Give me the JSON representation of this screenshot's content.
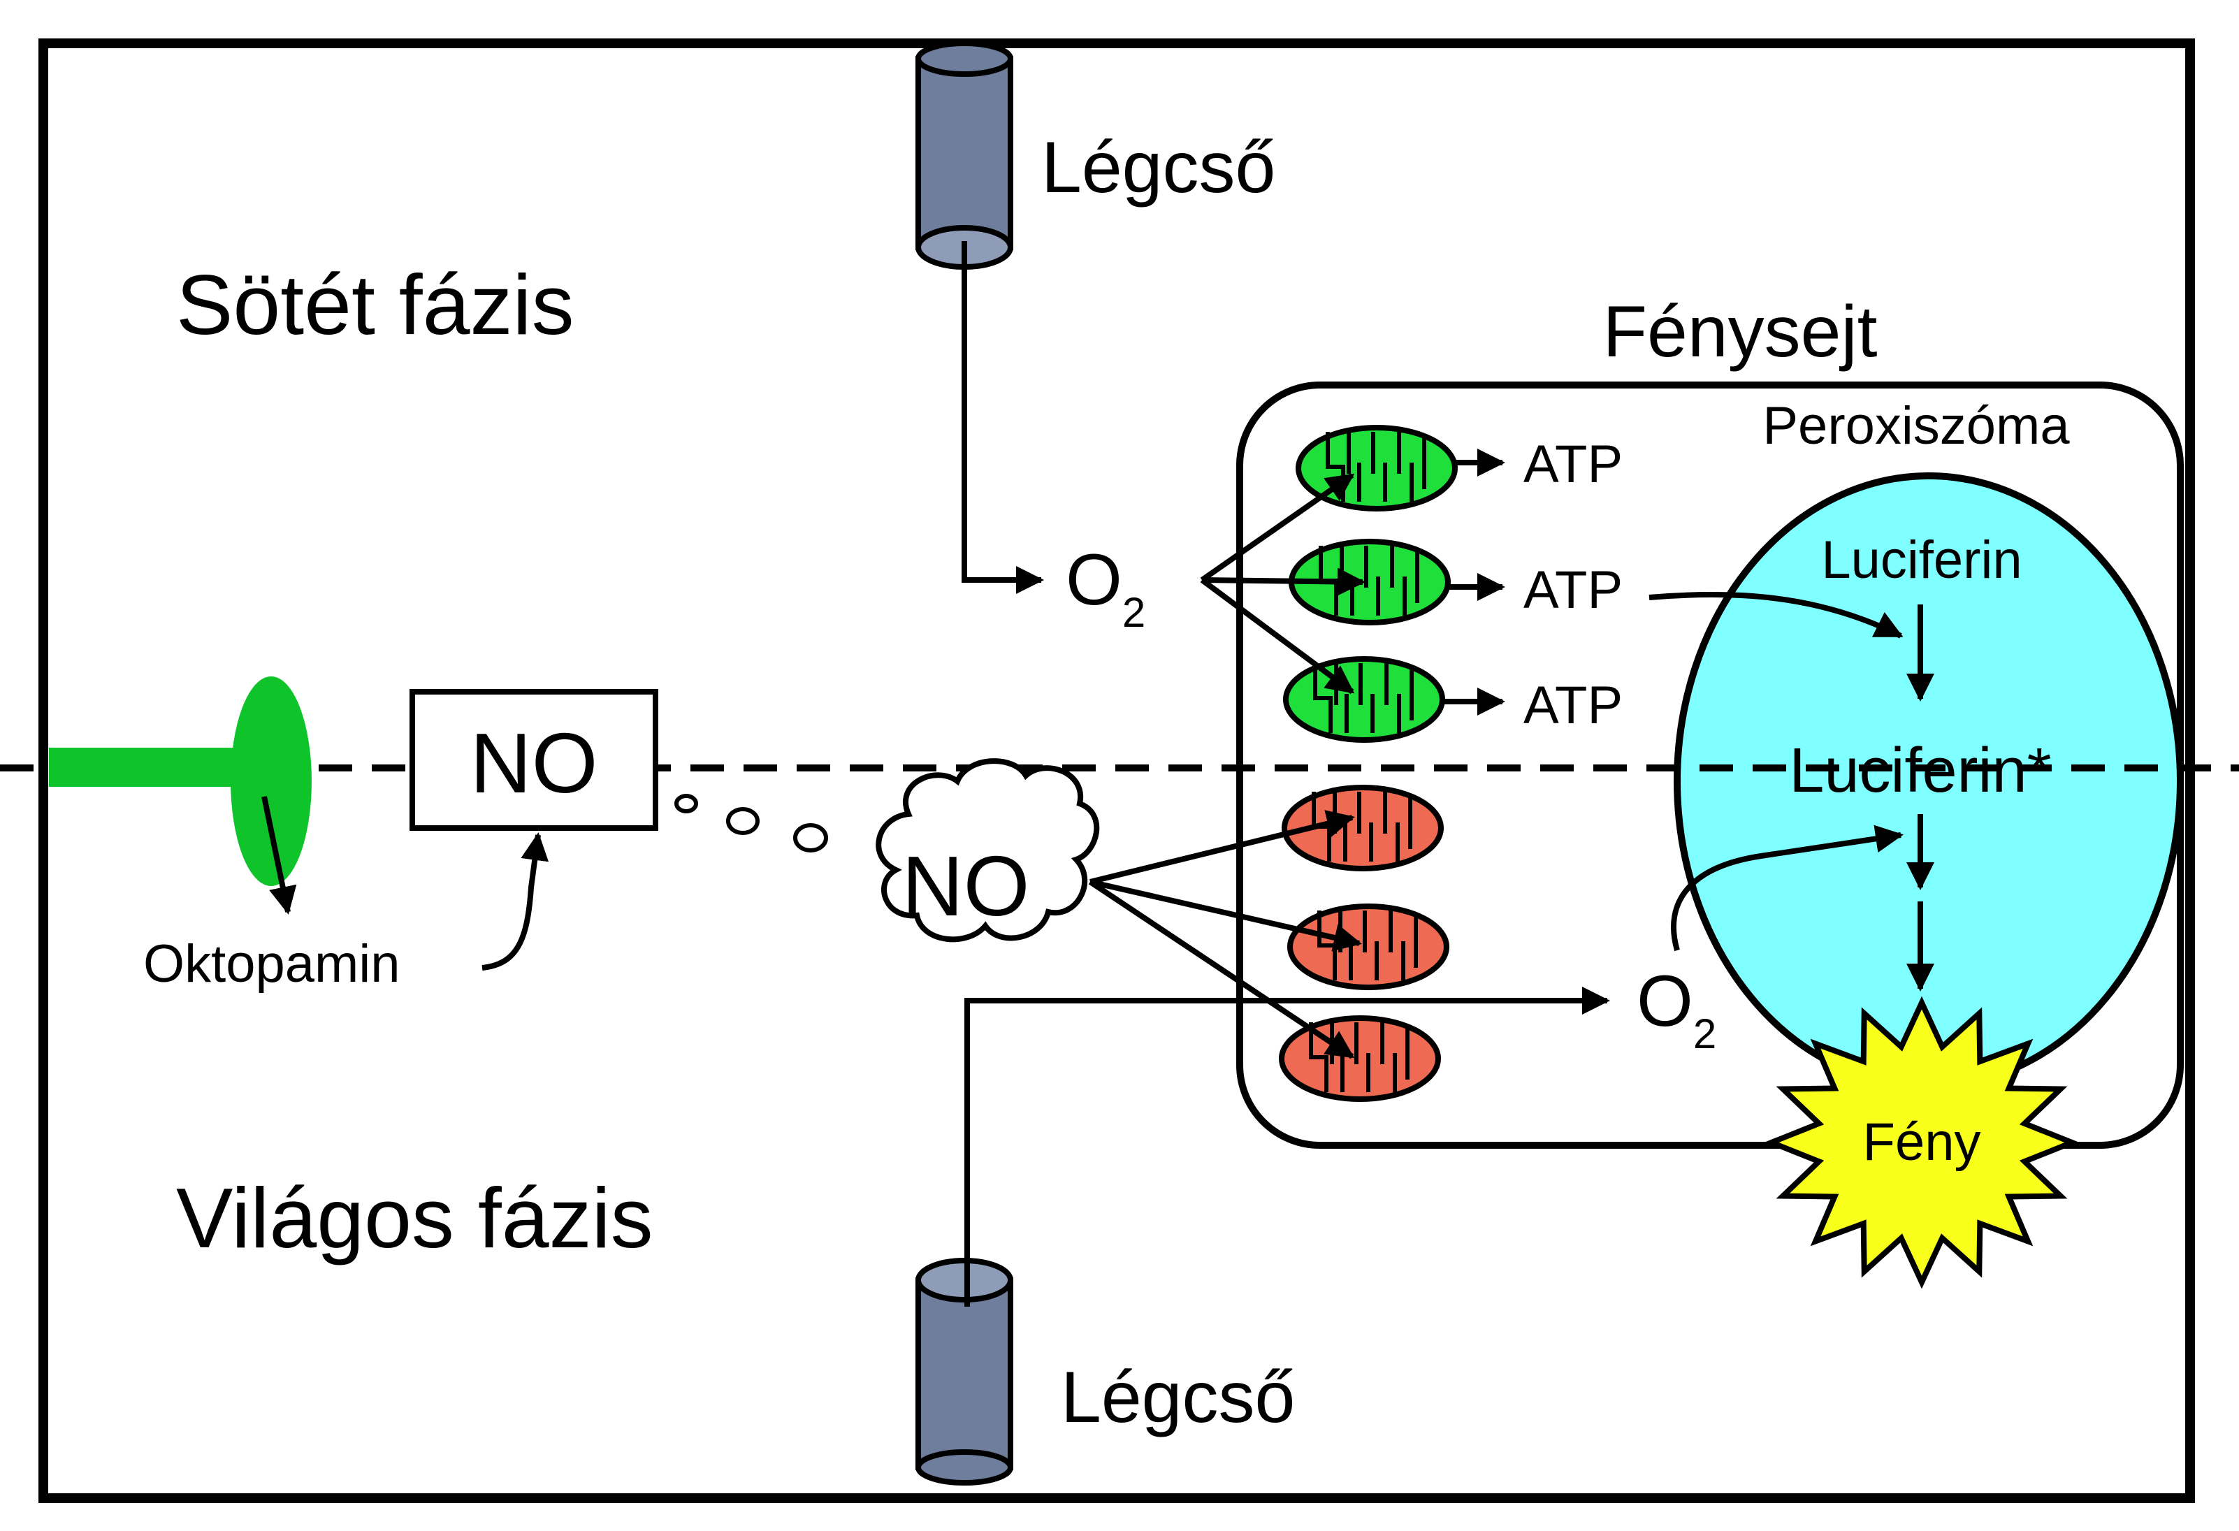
{
  "labels": {
    "dark_phase": "Sötét fázis",
    "light_phase": "Világos fázis",
    "trachea_top": "Légcső",
    "trachea_bottom": "Légcső",
    "photocyte": "Fénysejt",
    "peroxisome": "Peroxiszóma",
    "luciferin": "Luciferin",
    "luciferin_star": "Luciferin*",
    "light": "Fény",
    "no_box": "NO",
    "no_cloud": "NO",
    "octopamine": "Oktopamin",
    "atp_1": "ATP",
    "atp_2": "ATP",
    "atp_3": "ATP",
    "o2_top_main": "O",
    "o2_top_sub": "2",
    "o2_bottom_main": "O",
    "o2_bottom_sub": "2"
  },
  "colors": {
    "mito_active": "#1FE03A",
    "mito_inhibited": "#EE6A52",
    "peroxisome_fill": "#7FFFFF",
    "light_burst": "#F8FF1A",
    "nerve": "#0EC42A",
    "trachea": "#6E7E9C"
  },
  "icons": {
    "trachea": "cylinder-tube-icon",
    "mitochondrion": "mitochondrion-icon",
    "no_cloud": "cloud-shape",
    "light_burst": "starburst-shape"
  }
}
